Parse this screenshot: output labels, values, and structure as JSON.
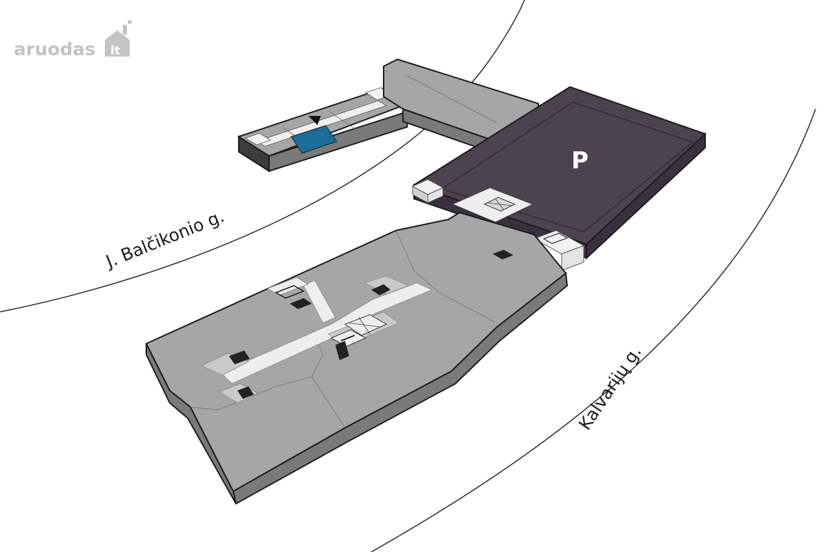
{
  "logo": {
    "brand": "aruodas",
    "tld": "lt",
    "icon": "house-chimney-icon"
  },
  "streets": {
    "north": "J. Balčikonio g.",
    "east": "Kalvarijų g."
  },
  "parking": {
    "label": "P"
  },
  "highlight": {
    "marker": "down-triangle-icon"
  },
  "colors": {
    "background": "#ffffff",
    "building": "#a6a6a6",
    "building_side": "#7a7a7a",
    "outline": "#1c1c1c",
    "parking": "#4d4250",
    "parking_side": "#3a3140",
    "highlight": "#1a6e99",
    "corridor": "#eeeeee",
    "street_line": "#2a2a2a",
    "logo": "#c4c4c4"
  }
}
